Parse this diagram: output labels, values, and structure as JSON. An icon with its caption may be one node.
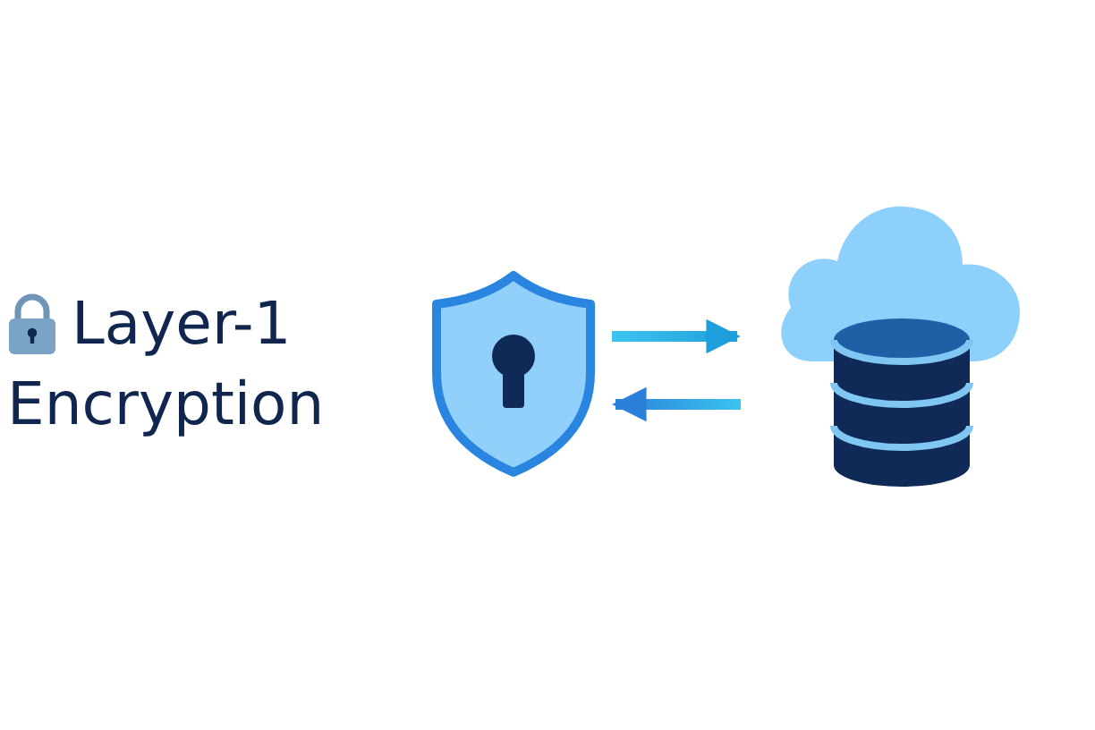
{
  "diagram": {
    "title": "Layer-1 Encryption",
    "nodes": [
      {
        "text": [],
        "shape": "picture"
      },
      {
        "text": [],
        "shape": "picture"
      }
    ],
    "edges": [
      {
        "from": 0,
        "to": 1,
        "arrow": "to"
      },
      {
        "from": 1,
        "to": 0,
        "arrow": "to"
      }
    ]
  }
}
